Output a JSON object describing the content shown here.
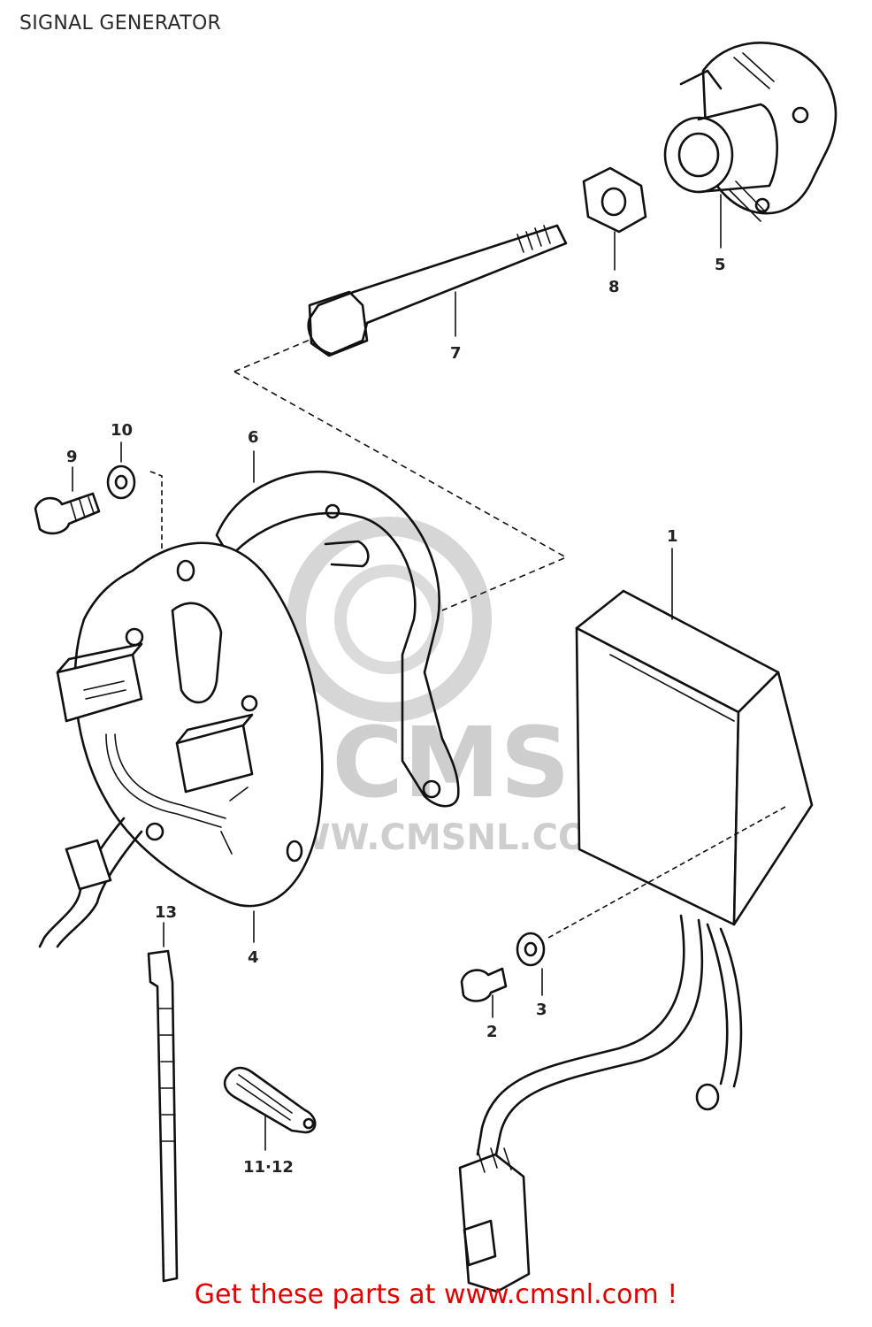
{
  "title": "SIGNAL GENERATOR",
  "watermark": {
    "brand": "CMS",
    "url": "WWW.CMSNL.COM"
  },
  "callouts": [
    {
      "id": "1",
      "part": "igniter-unit"
    },
    {
      "id": "2",
      "part": "screw"
    },
    {
      "id": "3",
      "part": "washer"
    },
    {
      "id": "4",
      "part": "signal-plate"
    },
    {
      "id": "5",
      "part": "governor-assembly"
    },
    {
      "id": "6",
      "part": "gasket"
    },
    {
      "id": "7",
      "part": "bolt"
    },
    {
      "id": "8",
      "part": "nut"
    },
    {
      "id": "9",
      "part": "screw"
    },
    {
      "id": "10",
      "part": "washer"
    },
    {
      "id": "11·12",
      "part": "clamp"
    },
    {
      "id": "13",
      "part": "cable-tie"
    }
  ],
  "footer": {
    "text": "Get these parts at www.cmsnl.com !"
  },
  "colors": {
    "line": "#111111",
    "watermark": "#c9c9c9",
    "footer": "#e00000"
  }
}
